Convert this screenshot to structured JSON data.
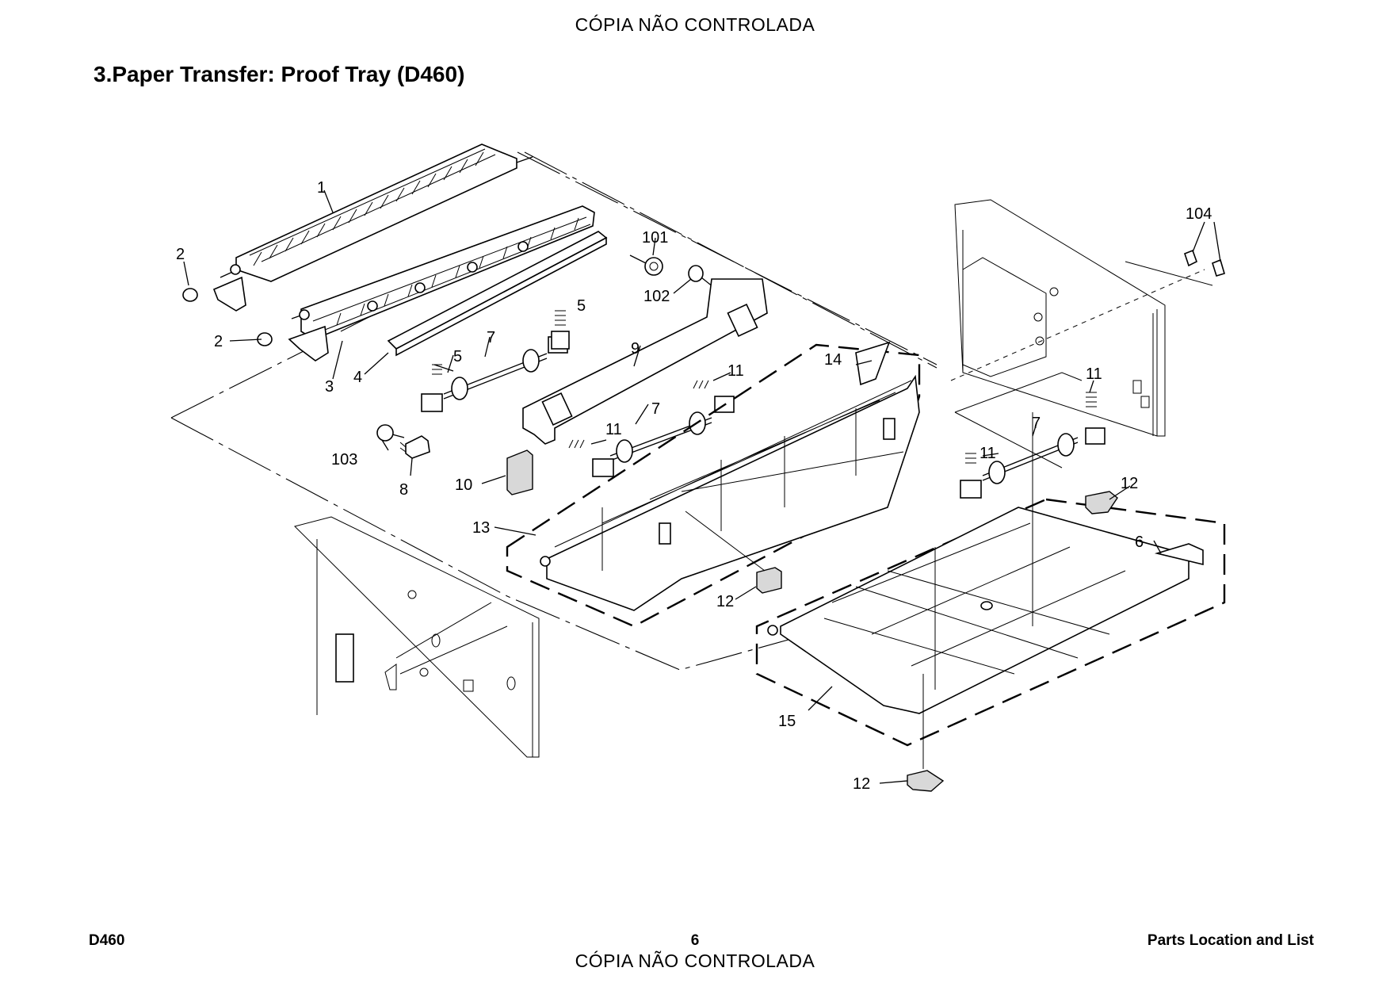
{
  "watermark": {
    "top": "CÓPIA NÃO CONTROLADA",
    "bottom": "CÓPIA NÃO CONTROLADA"
  },
  "title": "3.Paper Transfer: Proof Tray (D460)",
  "footer": {
    "model": "D460",
    "page": "6",
    "section": "Parts Location and List"
  },
  "callouts": [
    "1",
    "2",
    "2",
    "3",
    "4",
    "5",
    "5",
    "7",
    "7",
    "7",
    "9",
    "11",
    "11",
    "11",
    "11",
    "101",
    "102",
    "103",
    "8",
    "10",
    "13",
    "12",
    "12",
    "12",
    "12",
    "14",
    "6",
    "15",
    "104"
  ]
}
